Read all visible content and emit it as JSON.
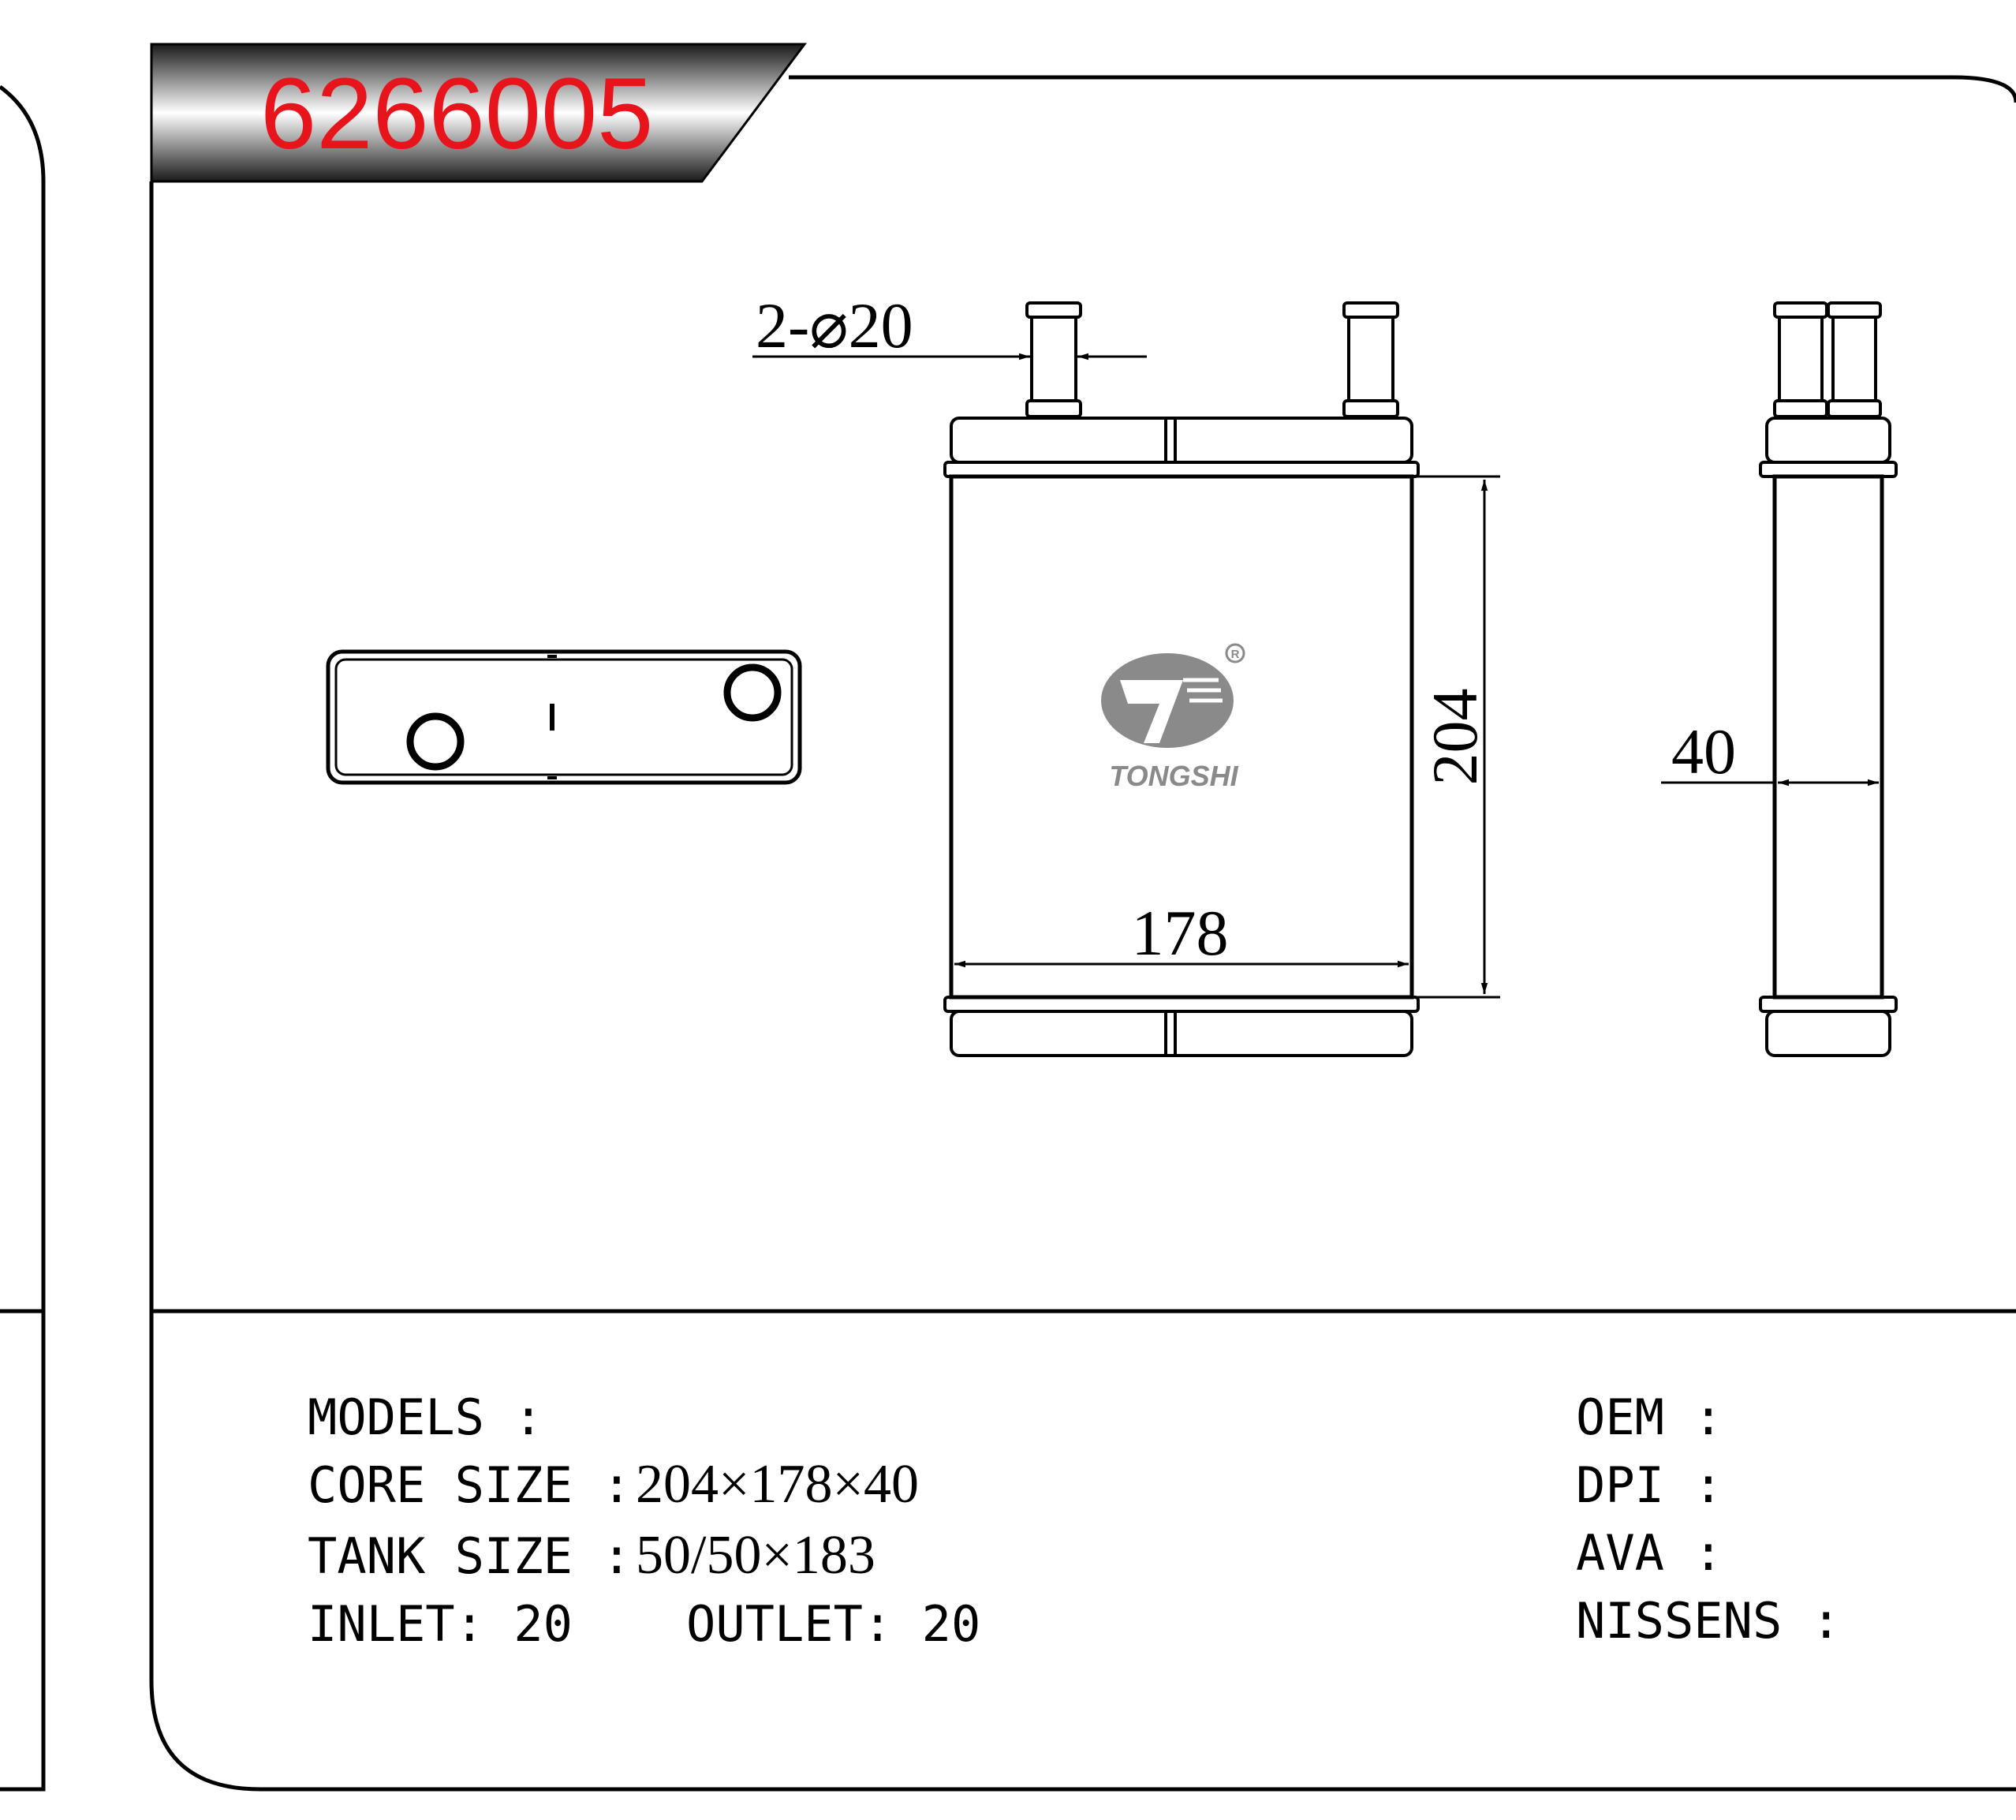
{
  "part_number": "6266005",
  "logo_text": "TONGSHI",
  "registered_mark": "R",
  "dimensions": {
    "pipe": "2-⌀20",
    "height": "204",
    "width": "178",
    "depth": "40"
  },
  "specs": {
    "models_label": "MODELS :",
    "core_label": "CORE SIZE :",
    "core_value": "204×178×40",
    "tank_label": "TANK SIZE :",
    "tank_value": "50/50×183",
    "inlet_label": "INLET: 20",
    "outlet_label": "OUTLET: 20",
    "oem_label": "OEM :",
    "dpi_label": "DPI :",
    "ava_label": "AVA :",
    "nissens_label": "NISSENS :"
  },
  "colors": {
    "part_number": "#e8141c",
    "line": "#000000",
    "logo": "#8a8a8a"
  }
}
